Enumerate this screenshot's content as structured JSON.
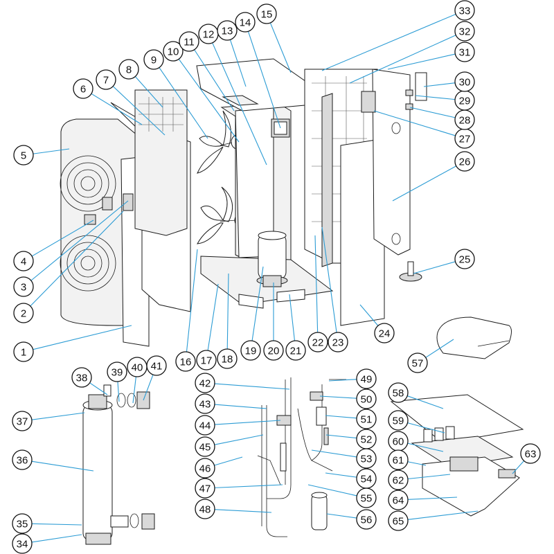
{
  "diagram": {
    "type": "exploded-parts-view",
    "callout_numbers": [
      "1",
      "2",
      "3",
      "4",
      "5",
      "6",
      "7",
      "8",
      "9",
      "10",
      "11",
      "12",
      "13",
      "14",
      "15",
      "16",
      "17",
      "18",
      "19",
      "20",
      "21",
      "22",
      "23",
      "24",
      "25",
      "26",
      "27",
      "28",
      "29",
      "30",
      "31",
      "32",
      "33",
      "34",
      "35",
      "36",
      "37",
      "38",
      "39",
      "40",
      "41",
      "42",
      "43",
      "44",
      "45",
      "46",
      "47",
      "48",
      "49",
      "50",
      "51",
      "52",
      "53",
      "54",
      "55",
      "56",
      "57",
      "58",
      "59",
      "60",
      "61",
      "62",
      "63",
      "64",
      "65"
    ],
    "colors": {
      "leader": "#2a9bd4",
      "outline": "#1a1a1a",
      "fill": "#f2f2f2",
      "callout_border": "#111111"
    }
  }
}
